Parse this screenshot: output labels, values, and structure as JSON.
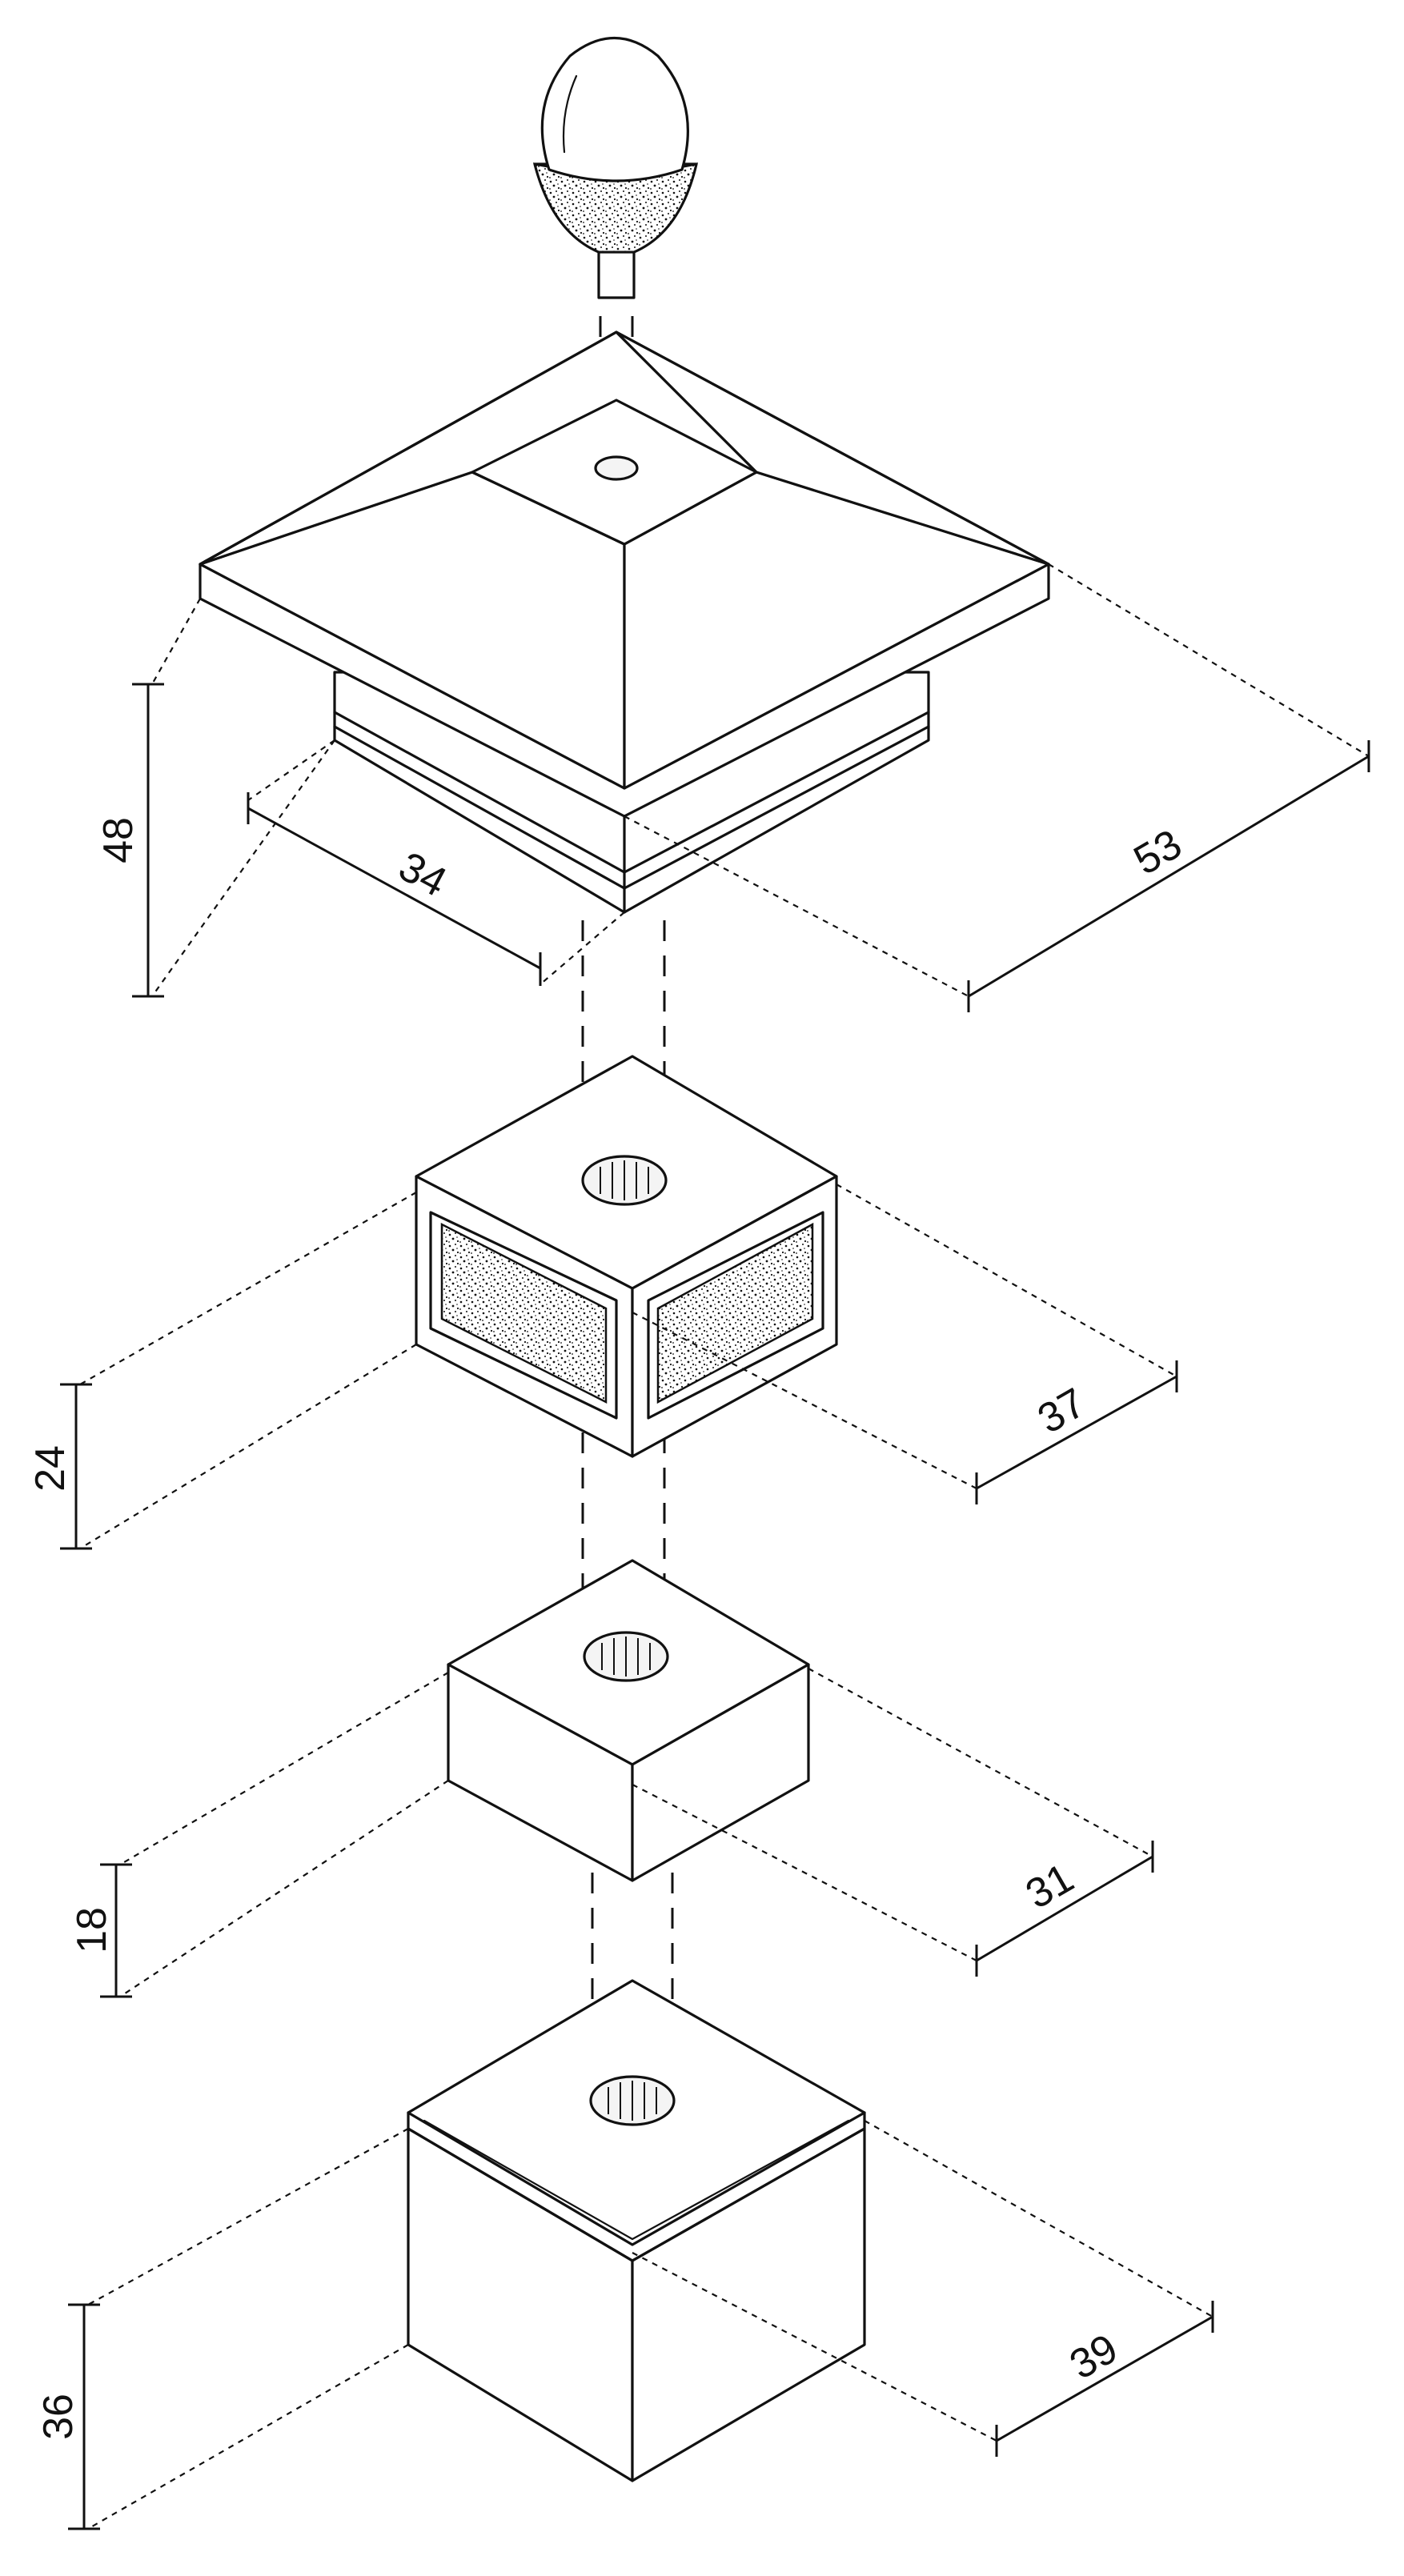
{
  "components": [
    {
      "id": "finial",
      "name": "acorn finial"
    },
    {
      "id": "cap",
      "name": "pyramid post cap"
    },
    {
      "id": "lantern",
      "name": "lantern block"
    },
    {
      "id": "spacer",
      "name": "spacer block"
    },
    {
      "id": "base",
      "name": "base block"
    }
  ],
  "dimensions": {
    "cap_height": "48",
    "cap_base_width": "34",
    "cap_top_width": "53",
    "lantern_height": "24",
    "lantern_width": "37",
    "spacer_height": "18",
    "spacer_width": "31",
    "base_height": "36",
    "base_width": "39"
  },
  "colors": {
    "line": "#111111",
    "paper": "#ffffff"
  }
}
